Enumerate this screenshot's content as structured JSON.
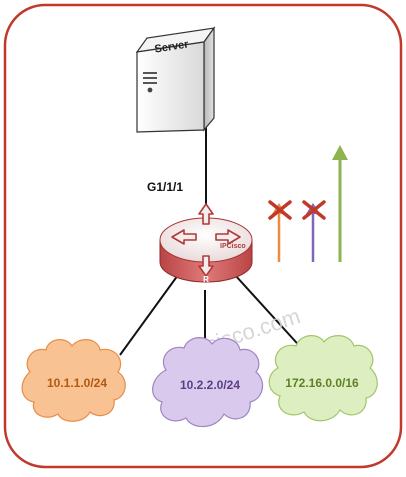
{
  "server": {
    "label": "Server"
  },
  "interface": {
    "label": "G1/1/1"
  },
  "router": {
    "brand": "IPCisco",
    "badge": "R"
  },
  "watermark": "ipcisco.com",
  "networks": [
    {
      "label": "10.1.1.0/24",
      "fill": "#f9c293",
      "stroke": "#e88d47",
      "text_color": "#b15a12",
      "route": {
        "allowed": false,
        "color": "#f08a3c"
      }
    },
    {
      "label": "10.2.2.0/24",
      "fill": "#d9c9ec",
      "stroke": "#9e86c4",
      "text_color": "#5b3f86",
      "route": {
        "allowed": false,
        "color": "#7f66b8"
      }
    },
    {
      "label": "172.16.0.0/16",
      "fill": "#ddefc1",
      "stroke": "#a2c56a",
      "text_color": "#5f7f26",
      "route": {
        "allowed": true,
        "color": "#8fb34f"
      }
    }
  ],
  "colors": {
    "frame": "#c0392b",
    "router_body": "#e08080",
    "router_top": "#f8f0f0",
    "deny_mark": "#c0392b",
    "link": "#111111"
  }
}
